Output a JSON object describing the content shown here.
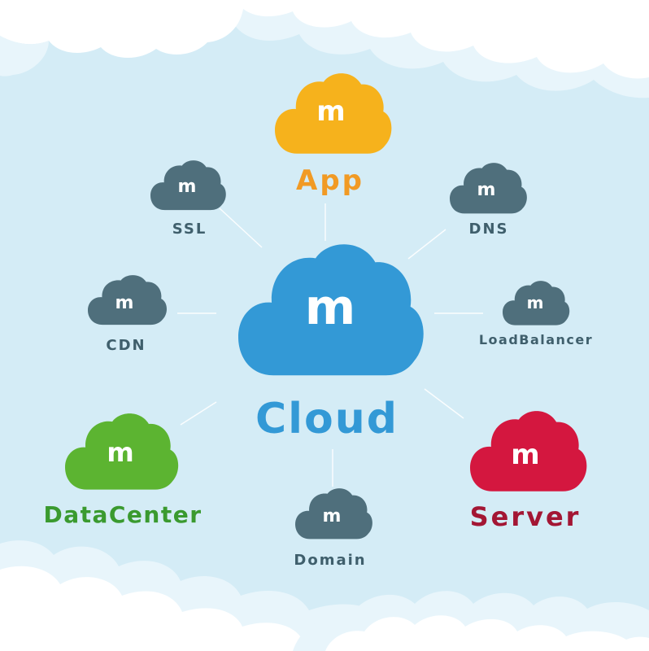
{
  "colors": {
    "background": "#d4ecf6",
    "sky_cloud": "#ffffff",
    "sky_cloud_shade": "#e8f5fb",
    "connector": "#ffffff",
    "center": "#3399d6",
    "app": "#f6b21c",
    "app_text": "#f19a24",
    "datacenter": "#5cb431",
    "datacenter_text": "#3a9a2f",
    "server": "#d4173f",
    "server_text": "#a31634",
    "small_node": "#4f6f7c",
    "small_text": "#3f5f6c"
  },
  "logo_glyph": "m",
  "center": {
    "label": "Cloud",
    "icon": "cloud-icon"
  },
  "nodes": {
    "app": {
      "label": "App",
      "icon": "cloud-icon"
    },
    "ssl": {
      "label": "SSL",
      "icon": "cloud-icon"
    },
    "dns": {
      "label": "DNS",
      "icon": "cloud-icon"
    },
    "cdn": {
      "label": "CDN",
      "icon": "cloud-icon"
    },
    "loadbalancer": {
      "label": "LoadBalancer",
      "icon": "cloud-icon"
    },
    "datacenter": {
      "label": "DataCenter",
      "icon": "cloud-icon"
    },
    "domain": {
      "label": "Domain",
      "icon": "cloud-icon"
    },
    "server": {
      "label": "Server",
      "icon": "cloud-icon"
    }
  }
}
